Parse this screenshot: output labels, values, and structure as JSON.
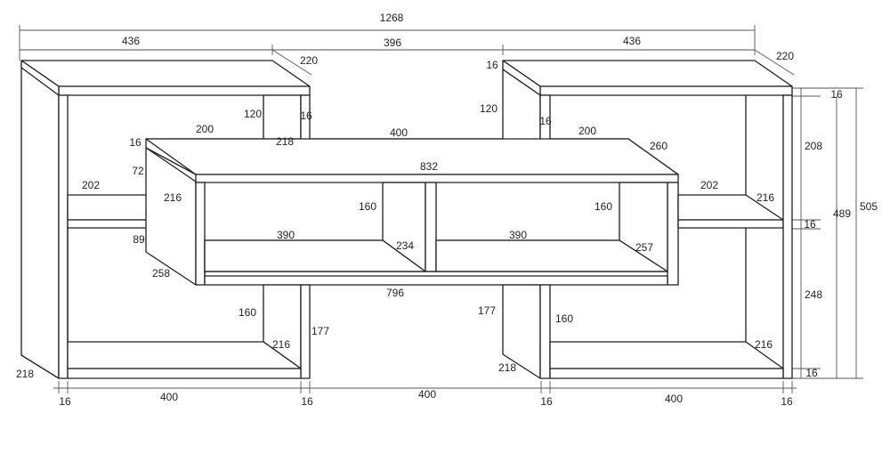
{
  "diagram": {
    "dimensions": {
      "total_width": "1268",
      "left_top_width": "436",
      "middle_gap": "396",
      "right_top_width": "436",
      "left_depth_top": "220",
      "right_depth_top": "220",
      "right_top_thickness_left": "16",
      "right_top_thickness_right": "16",
      "left_riser_height": "120",
      "left_riser_thickness": "16",
      "right_riser_height": "120",
      "right_riser_thickness": "16",
      "left_mid_shelf_width": "200",
      "left_mid_shelf_thickness": "16",
      "left_mid_shelf_depth": "218",
      "center_gap_width": "400",
      "right_mid_shelf_width": "200",
      "right_mid_shelf_depth": "260",
      "center_box_width": "832",
      "left_side_height": "72",
      "left_small_shelf_width": "202",
      "left_small_shelf_depth": "216",
      "left_small_shelf_below": "89",
      "left_bottom_depth": "258",
      "right_small_shelf_width": "202",
      "right_small_shelf_depth": "216",
      "right_small_shelf_thickness": "16",
      "center_left_divider_height": "160",
      "center_right_divider_height": "160",
      "center_left_bay_width": "390",
      "center_right_bay_width": "390",
      "center_left_divider_depth": "234",
      "center_right_divider_depth": "257",
      "center_bottom_width": "796",
      "left_lower_riser_height": "160",
      "right_lower_riser_height": "160",
      "left_lower_riser_gap": "177",
      "right_lower_riser_gap": "177",
      "left_bottom_shelf_depth": "216",
      "right_bottom_shelf_depth": "216",
      "left_end_depth": "218",
      "right_lower_end_depth": "218",
      "right_upper_section_height": "208",
      "right_mid_section_thickness": "16",
      "right_lower_section_height": "248",
      "right_bottom_thickness": "16",
      "inner_total_height": "489",
      "outer_total_height": "505",
      "bottom_thickness_1": "16",
      "bottom_bay_width_1": "400",
      "bottom_thickness_2": "16",
      "bottom_bay_width_2": "400",
      "bottom_thickness_3": "16",
      "bottom_bay_width_3": "400",
      "bottom_thickness_4": "16"
    }
  }
}
